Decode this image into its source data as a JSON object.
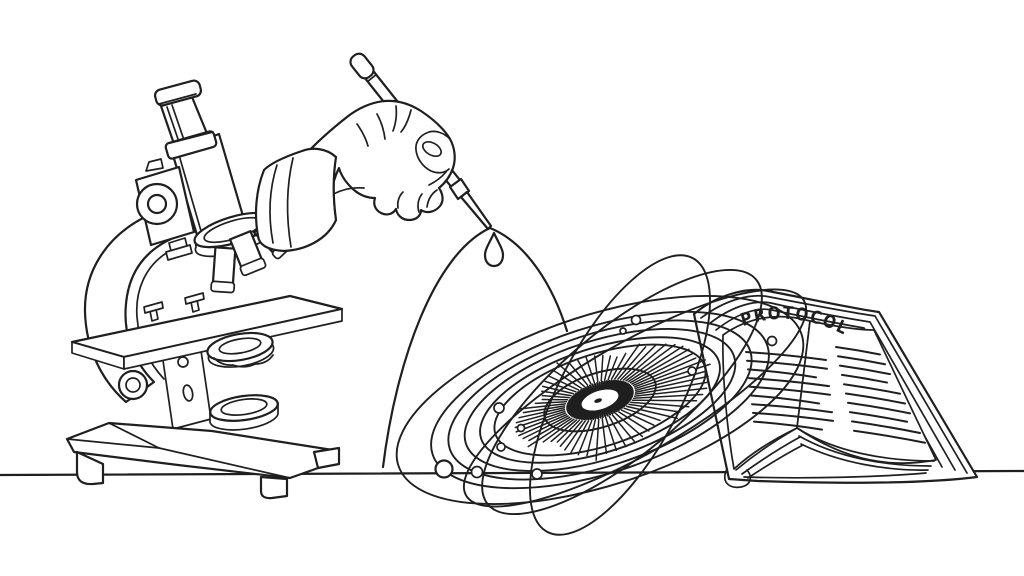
{
  "illustration": {
    "background_color": "#ffffff",
    "ink_color": "#1f1f1f",
    "style": "continuous single-line black ink drawing on white",
    "book": {
      "title": "PROTOCOL"
    },
    "scene": {
      "left": "monocular microscope with curved arm, stage and horseshoe base",
      "center_top": "hand in rolled sleeve cuff holding a pipette releasing a droplet over an arched curve",
      "center_bottom": "atom-like nucleus burst with orbital rings and electron dots",
      "right": "open protocol notebook with ruled pages",
      "bottom": "horizontal ground baseline"
    }
  }
}
